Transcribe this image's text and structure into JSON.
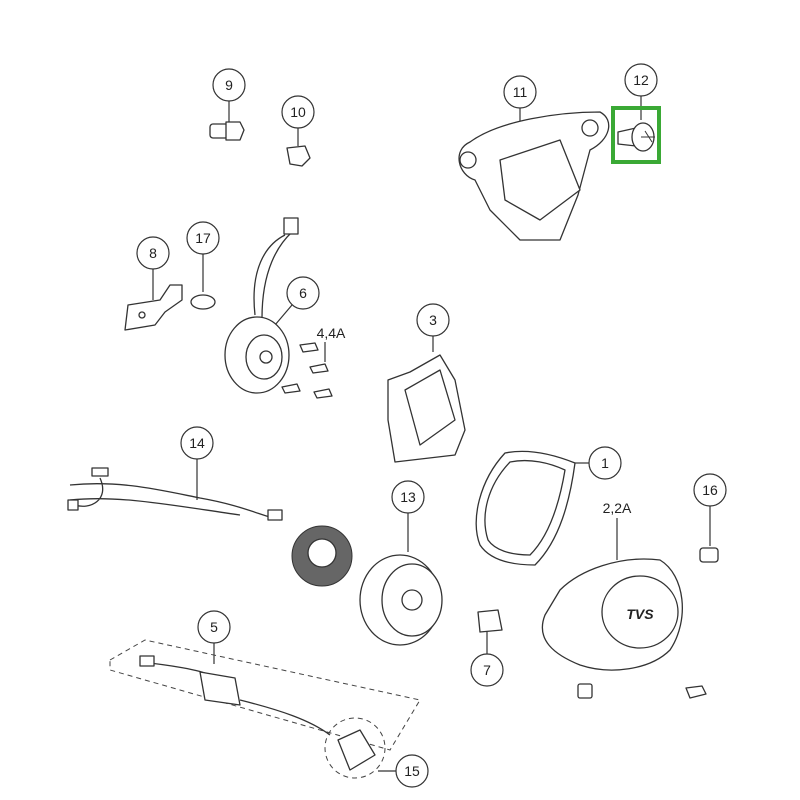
{
  "highlight_color": "#3aa935",
  "callouts": {
    "c1": "1",
    "c2": "2,2A",
    "c3": "3",
    "c4": "4,4A",
    "c5": "5",
    "c6": "6",
    "c7": "7",
    "c8": "8",
    "c9": "9",
    "c10": "10",
    "c11": "11",
    "c12": "12",
    "c13": "13",
    "c14": "14",
    "c15": "15",
    "c16": "16",
    "c17": "17"
  },
  "cover_logo": "TVS",
  "highlighted_part": "12"
}
